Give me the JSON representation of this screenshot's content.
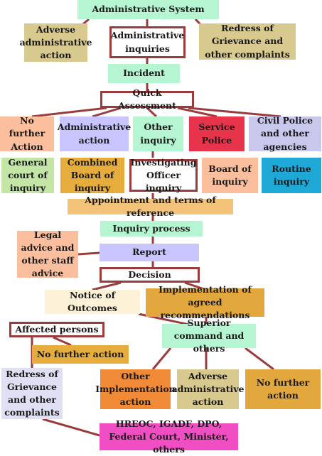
{
  "diagram": {
    "nodes": {
      "administrative_system": "Administrative System",
      "adverse_admin_top": "Adverse administrative action",
      "administrative_inquiries": "Administrative inquiries",
      "redress_top": "Redress of Grievance and other complaints",
      "incident": "Incident",
      "quick_assessment": "Quick Assessment",
      "no_further_action_1": "No further Action",
      "administrative_action": "Administrative action",
      "other_inquiry": "Other inquiry",
      "service_police": "Service Police",
      "civil_police": "Civil Police and other agencies",
      "general_court": "General court of inquiry",
      "combined_board": "Combined Board of inquiry",
      "investigating_officer": "Investigating Officer inquiry",
      "board_of_inquiry": "Board of inquiry",
      "routine_inquiry": "Routine inquiry",
      "appointment_terms": "Appointment and terms of reference",
      "inquiry_process": "Inquiry process",
      "legal_advice": "Legal advice and other staff advice",
      "report": "Report",
      "decision": "Decision",
      "notice_of_outcomes": "Notice of Outcomes",
      "implementation_agreed": "Implementation of agreed recommendations",
      "affected_persons": "Affected persons",
      "superior_command": "Superior command and others",
      "no_further_action_2": "No further action",
      "redress_bottom": "Redress of Grievance and other complaints",
      "other_implementation": "Other Implementation action",
      "adverse_admin_bottom": "Adverse administrative action",
      "no_further_action_3": "No further action",
      "hreoc": "HREOC, IGADF, DPO, Federal Court, Minister, others"
    },
    "colors": {
      "connector": "#9c3b3b",
      "box_border": "#9c3b3b"
    }
  }
}
